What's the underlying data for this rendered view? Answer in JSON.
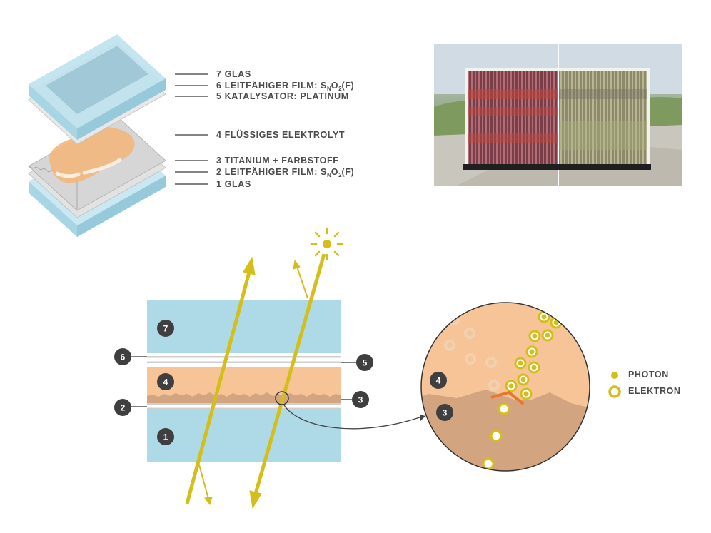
{
  "layers": [
    {
      "number": "7",
      "name": "GLAS"
    },
    {
      "number": "6",
      "name": "LEITFÄHIGER FILM: S",
      "sub1": "N",
      "mid": "O",
      "sub2": "2",
      "tail": "(F)"
    },
    {
      "number": "5",
      "name": "KATALYSATOR: PLATINUM"
    },
    {
      "number": "4",
      "name": "FLÜSSIGES ELEKTROLYT"
    },
    {
      "number": "3",
      "name": "TITANIUM + FARBSTOFF"
    },
    {
      "number": "2",
      "name": "LEITFÄHIGER FILM: S",
      "sub1": "N",
      "mid": "O",
      "sub2": "2",
      "tail": "(F)"
    },
    {
      "number": "1",
      "name": "GLAS"
    }
  ],
  "legend": {
    "photon": "PHOTON",
    "electron": "ELEKTRON"
  },
  "colors": {
    "glass": "#aed9e6",
    "electrolyte": "#f6c497",
    "titanium": "#d2a580",
    "photon": "#d4be1a",
    "badge": "#3f3f3f",
    "text": "#4b4b4b",
    "catalyst": "#e8762d"
  }
}
